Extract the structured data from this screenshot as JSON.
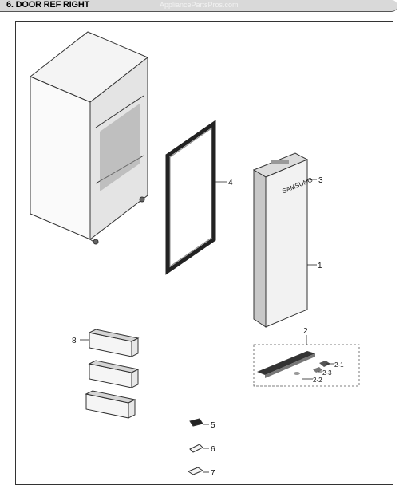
{
  "header": {
    "title": "6. DOOR REF RIGHT",
    "watermark": "AppliancePartsPros.com"
  },
  "door": {
    "brand": "SAMSUNG"
  },
  "callouts": {
    "c1": "1",
    "c2": "2",
    "c2_1": "2-1",
    "c2_2": "2-2",
    "c2_3": "2-3",
    "c3": "3",
    "c4": "4",
    "c5": "5",
    "c6": "6",
    "c7": "7",
    "c8": "8"
  }
}
